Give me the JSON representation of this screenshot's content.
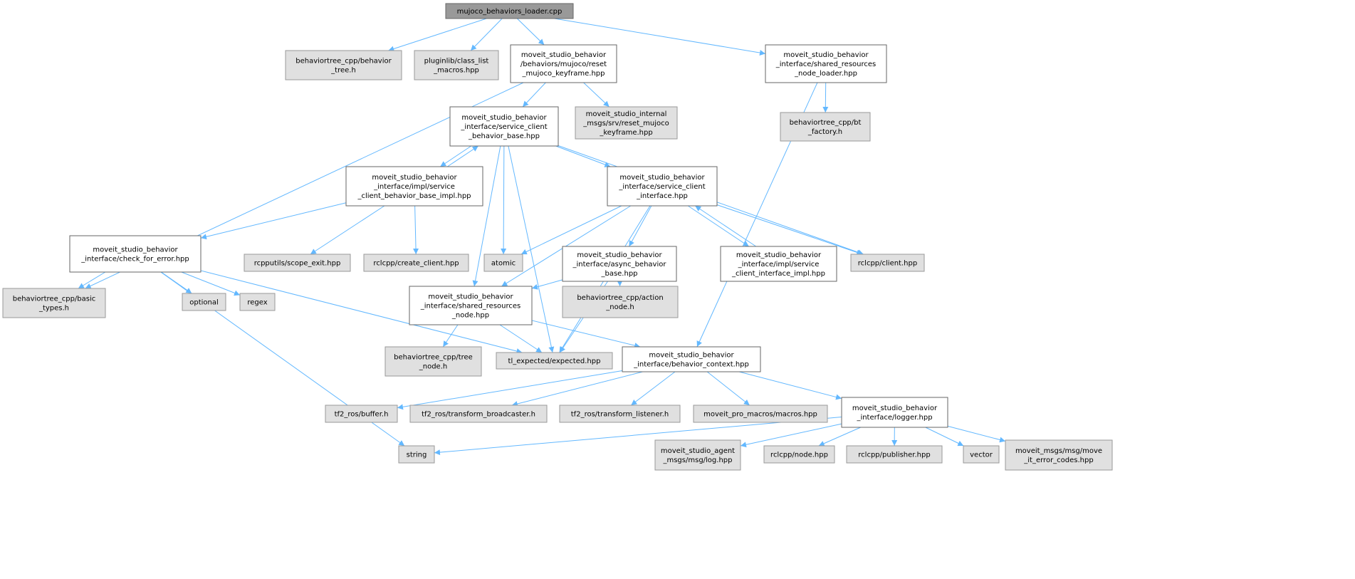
{
  "graph": {
    "title": "mujoco_behaviors_loader.cpp",
    "colors": {
      "edge": "#63b8ff",
      "root_fill": "#999999",
      "root_stroke": "#666666",
      "internal_fill": "#ffffff",
      "internal_stroke": "#666666",
      "external_fill": "#e0e0e0",
      "external_stroke": "#999999"
    },
    "nodes": [
      {
        "id": "root",
        "kind": "root",
        "lines": [
          "mujoco_behaviors_loader.cpp"
        ]
      },
      {
        "id": "n1",
        "kind": "external",
        "lines": [
          "behaviortree_cpp/behavior",
          "_tree.h"
        ]
      },
      {
        "id": "n2",
        "kind": "external",
        "lines": [
          "pluginlib/class_list",
          "_macros.hpp"
        ]
      },
      {
        "id": "n3",
        "kind": "internal",
        "lines": [
          "moveit_studio_behavior",
          "/behaviors/mujoco/reset",
          "_mujoco_keyframe.hpp"
        ]
      },
      {
        "id": "n4",
        "kind": "internal",
        "lines": [
          "moveit_studio_behavior",
          "_interface/shared_resources",
          "_node_loader.hpp"
        ]
      },
      {
        "id": "n5",
        "kind": "internal",
        "lines": [
          "moveit_studio_behavior",
          "_interface/service_client",
          "_behavior_base.hpp"
        ]
      },
      {
        "id": "n6",
        "kind": "external",
        "lines": [
          "moveit_studio_internal",
          "_msgs/srv/reset_mujoco",
          "_keyframe.hpp"
        ]
      },
      {
        "id": "n7",
        "kind": "external",
        "lines": [
          "behaviortree_cpp/bt",
          "_factory.h"
        ]
      },
      {
        "id": "n8",
        "kind": "internal",
        "lines": [
          "moveit_studio_behavior",
          "_interface/impl/service",
          "_client_behavior_base_impl.hpp"
        ]
      },
      {
        "id": "n9",
        "kind": "internal",
        "lines": [
          "moveit_studio_behavior",
          "_interface/service_client",
          "_interface.hpp"
        ]
      },
      {
        "id": "n10",
        "kind": "internal",
        "lines": [
          "moveit_studio_behavior",
          "_interface/check_for_error.hpp"
        ]
      },
      {
        "id": "n11",
        "kind": "external",
        "lines": [
          "rcpputils/scope_exit.hpp"
        ]
      },
      {
        "id": "n12",
        "kind": "external",
        "lines": [
          "rclcpp/create_client.hpp"
        ]
      },
      {
        "id": "n13",
        "kind": "external",
        "lines": [
          "atomic"
        ]
      },
      {
        "id": "n14",
        "kind": "internal",
        "lines": [
          "moveit_studio_behavior",
          "_interface/async_behavior",
          "_base.hpp"
        ]
      },
      {
        "id": "n15",
        "kind": "internal",
        "lines": [
          "moveit_studio_behavior",
          "_interface/impl/service",
          "_client_interface_impl.hpp"
        ]
      },
      {
        "id": "n16",
        "kind": "external",
        "lines": [
          "rclcpp/client.hpp"
        ]
      },
      {
        "id": "n17",
        "kind": "external",
        "lines": [
          "behaviortree_cpp/basic",
          "_types.h"
        ]
      },
      {
        "id": "n18",
        "kind": "external",
        "lines": [
          "optional"
        ]
      },
      {
        "id": "n19",
        "kind": "external",
        "lines": [
          "regex"
        ]
      },
      {
        "id": "n20",
        "kind": "internal",
        "lines": [
          "moveit_studio_behavior",
          "_interface/shared_resources",
          "_node.hpp"
        ]
      },
      {
        "id": "n21",
        "kind": "external",
        "lines": [
          "behaviortree_cpp/action",
          "_node.h"
        ]
      },
      {
        "id": "n22",
        "kind": "external",
        "lines": [
          "behaviortree_cpp/tree",
          "_node.h"
        ]
      },
      {
        "id": "n23",
        "kind": "external",
        "lines": [
          "tl_expected/expected.hpp"
        ]
      },
      {
        "id": "n24",
        "kind": "internal",
        "lines": [
          "moveit_studio_behavior",
          "_interface/behavior_context.hpp"
        ]
      },
      {
        "id": "n25",
        "kind": "external",
        "lines": [
          "tf2_ros/buffer.h"
        ]
      },
      {
        "id": "n26",
        "kind": "external",
        "lines": [
          "tf2_ros/transform_broadcaster.h"
        ]
      },
      {
        "id": "n27",
        "kind": "external",
        "lines": [
          "tf2_ros/transform_listener.h"
        ]
      },
      {
        "id": "n28",
        "kind": "external",
        "lines": [
          "moveit_pro_macros/macros.hpp"
        ]
      },
      {
        "id": "n29",
        "kind": "internal",
        "lines": [
          "moveit_studio_behavior",
          "_interface/logger.hpp"
        ]
      },
      {
        "id": "n30",
        "kind": "external",
        "lines": [
          "string"
        ]
      },
      {
        "id": "n31",
        "kind": "external",
        "lines": [
          "moveit_studio_agent",
          "_msgs/msg/log.hpp"
        ]
      },
      {
        "id": "n32",
        "kind": "external",
        "lines": [
          "rclcpp/node.hpp"
        ]
      },
      {
        "id": "n33",
        "kind": "external",
        "lines": [
          "rclcpp/publisher.hpp"
        ]
      },
      {
        "id": "n34",
        "kind": "external",
        "lines": [
          "vector"
        ]
      },
      {
        "id": "n35",
        "kind": "external",
        "lines": [
          "moveit_msgs/msg/move",
          "_it_error_codes.hpp"
        ]
      }
    ],
    "edges": [
      [
        "root",
        "n1"
      ],
      [
        "root",
        "n2"
      ],
      [
        "root",
        "n3"
      ],
      [
        "root",
        "n4"
      ],
      [
        "n3",
        "n17"
      ],
      [
        "n3",
        "n5"
      ],
      [
        "n3",
        "n6"
      ],
      [
        "n4",
        "n7"
      ],
      [
        "n4",
        "n24"
      ],
      [
        "n5",
        "n8"
      ],
      [
        "n5",
        "n13"
      ],
      [
        "n5",
        "n9"
      ],
      [
        "n5",
        "n20"
      ],
      [
        "n5",
        "n23"
      ],
      [
        "n5",
        "n16"
      ],
      [
        "n8",
        "n5"
      ],
      [
        "n8",
        "n10"
      ],
      [
        "n8",
        "n11"
      ],
      [
        "n8",
        "n12"
      ],
      [
        "n9",
        "n13"
      ],
      [
        "n9",
        "n20"
      ],
      [
        "n9",
        "n14"
      ],
      [
        "n9",
        "n23"
      ],
      [
        "n9",
        "n15"
      ],
      [
        "n9",
        "n16"
      ],
      [
        "n15",
        "n9"
      ],
      [
        "n10",
        "n17"
      ],
      [
        "n10",
        "n18"
      ],
      [
        "n10",
        "n19"
      ],
      [
        "n10",
        "n23"
      ],
      [
        "n10",
        "n30"
      ],
      [
        "n14",
        "n20"
      ],
      [
        "n14",
        "n23"
      ],
      [
        "n14",
        "n21"
      ],
      [
        "n20",
        "n22"
      ],
      [
        "n20",
        "n23"
      ],
      [
        "n20",
        "n24"
      ],
      [
        "n24",
        "n25"
      ],
      [
        "n24",
        "n26"
      ],
      [
        "n24",
        "n27"
      ],
      [
        "n24",
        "n28"
      ],
      [
        "n24",
        "n29"
      ],
      [
        "n29",
        "n30"
      ],
      [
        "n29",
        "n31"
      ],
      [
        "n29",
        "n32"
      ],
      [
        "n29",
        "n33"
      ],
      [
        "n29",
        "n34"
      ],
      [
        "n29",
        "n35"
      ]
    ]
  }
}
